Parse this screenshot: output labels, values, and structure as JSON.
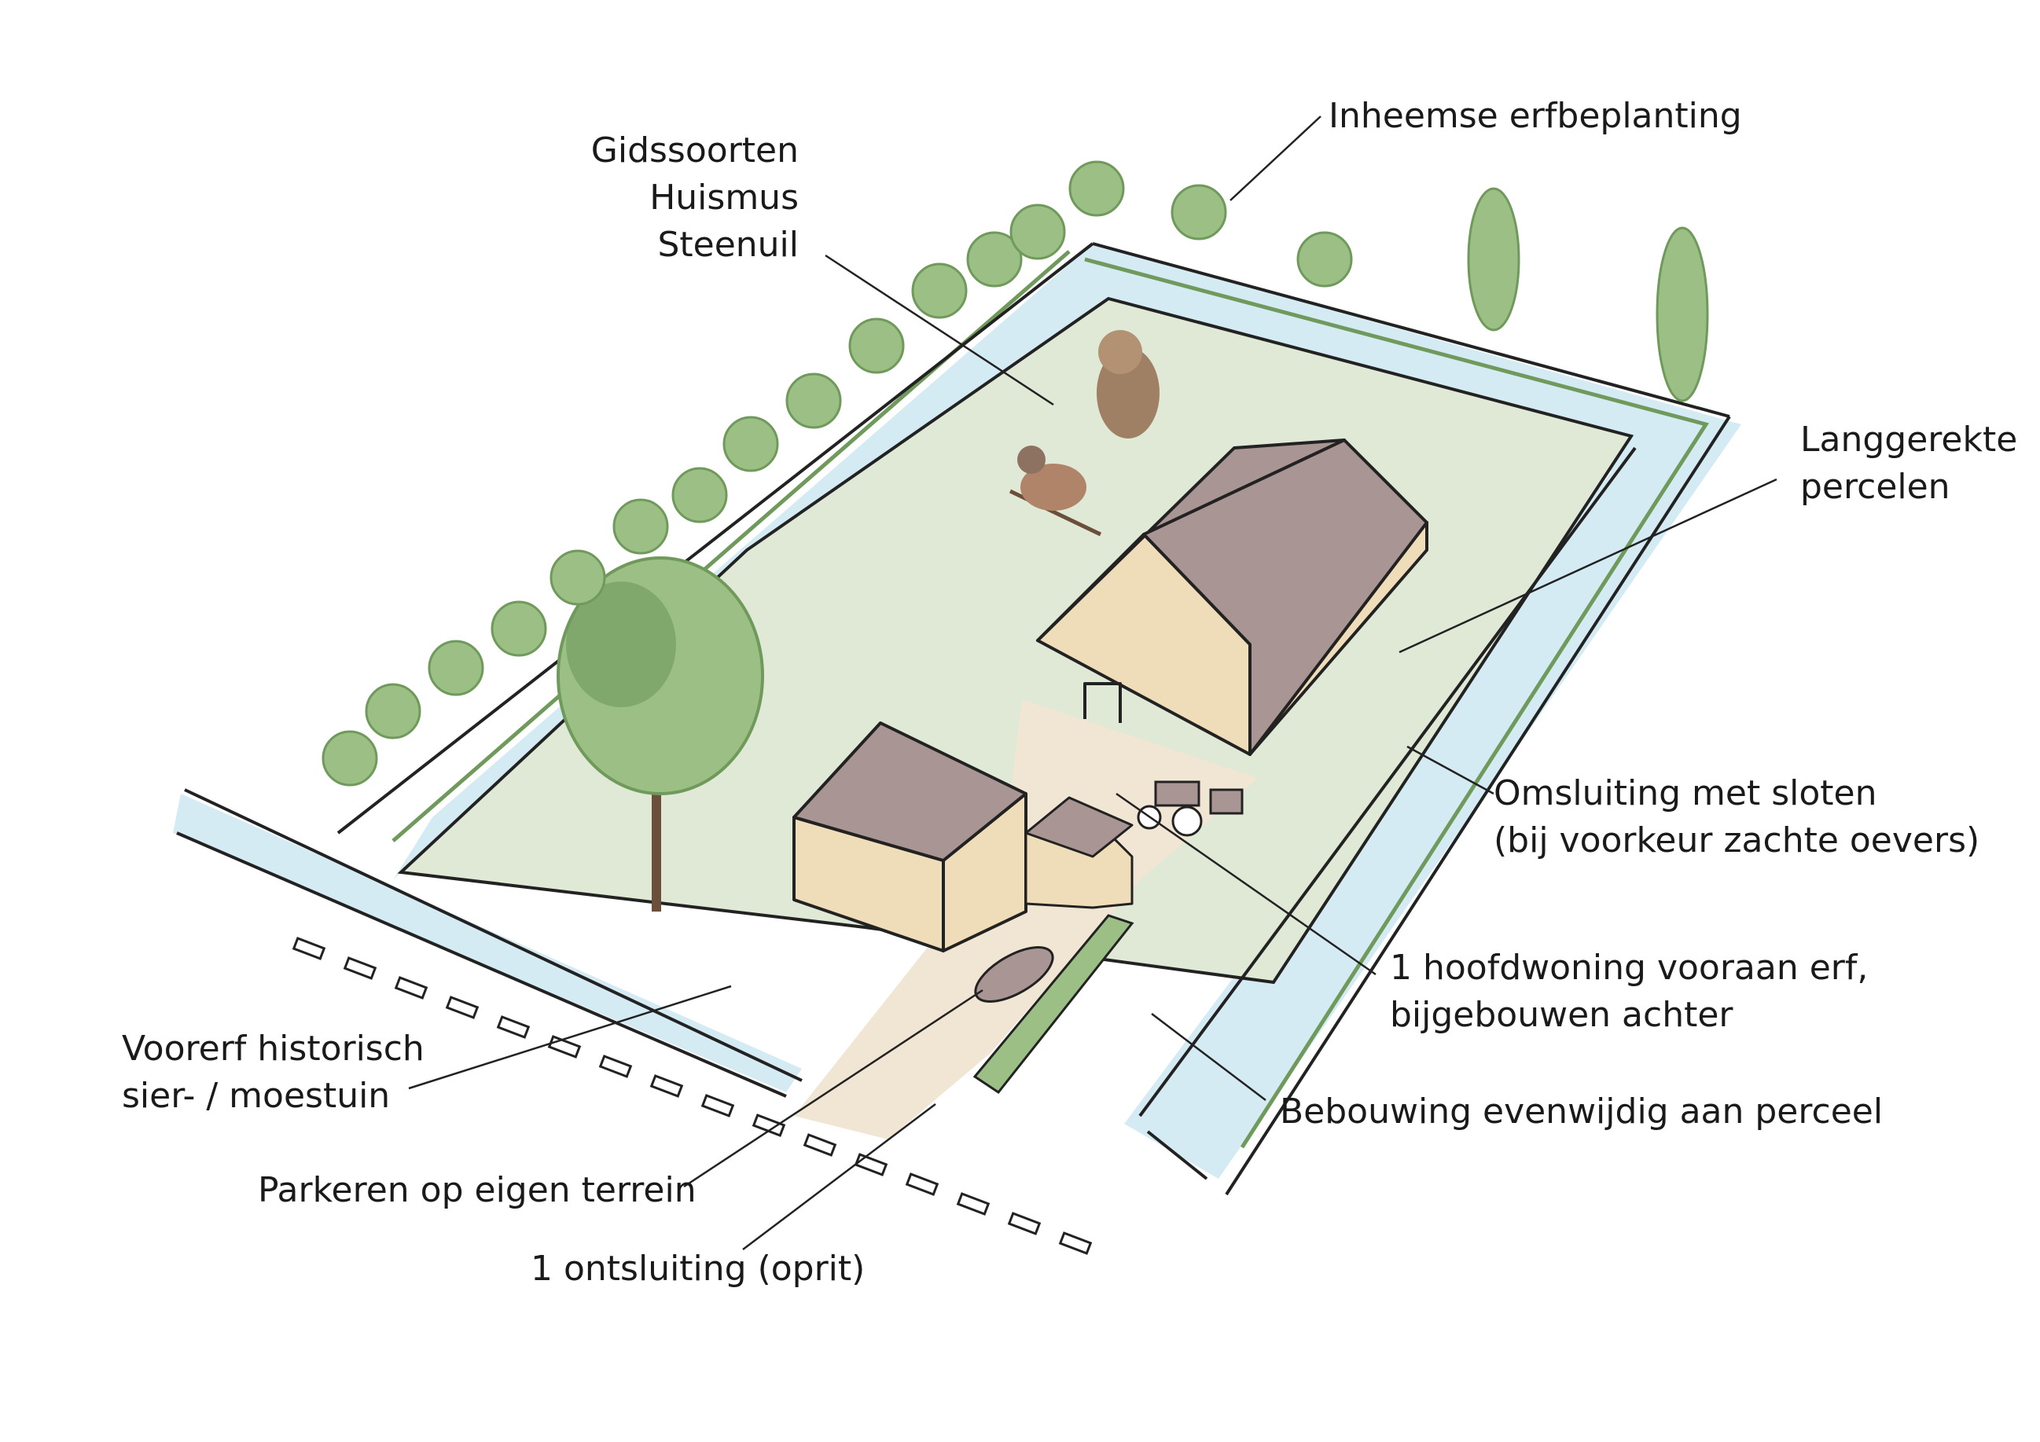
{
  "labels": {
    "gidssoorten": [
      "Gidssoorten",
      "Huismus",
      "Steenuil"
    ],
    "inheemse": [
      "Inheemse erfbeplanting"
    ],
    "langgerekte": [
      "Langgerekte",
      "percelen"
    ],
    "omsluiting": [
      "Omsluiting met sloten",
      "(bij voorkeur zachte oevers)"
    ],
    "hoofdwoning": [
      "1 hoofdwoning vooraan erf,",
      "bijgebouwen achter"
    ],
    "bebouwing": [
      "Bebouwing evenwijdig aan perceel"
    ],
    "voorerf": [
      "Voorerf historisch",
      "sier- / moestuin"
    ],
    "parkeren": [
      "Parkeren op eigen terrein"
    ],
    "ontsluiting": [
      "1 ontsluiting (oprit)"
    ]
  },
  "colors": {
    "grass": "#dfe9d6",
    "water": "#d5ebf4",
    "tree": "#9cbf85",
    "tree_dark": "#6f9a5c",
    "roof": "#a99594",
    "wall": "#efdcb8",
    "path": "#f1e6d3",
    "line": "#222222"
  }
}
